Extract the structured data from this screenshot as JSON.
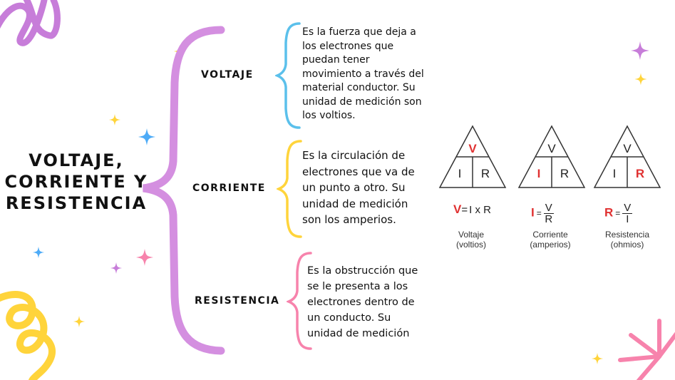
{
  "title": {
    "line1": "VOLTAJE,",
    "line2": "CORRIENTE Y",
    "line3": "RESISTENCIA"
  },
  "branches": [
    {
      "term": "VOLTAJE",
      "description": "Es la fuerza que deja a los electrones que puedan tener movimiento a través del material conductor. Su unidad de medición son los voltios.",
      "brace_color": "#5bc0eb"
    },
    {
      "term": "CORRIENTE",
      "description": "Es la circulación de electrones que va de un punto a otro. Su unidad de medición son los amperios.",
      "brace_color": "#ffd43b"
    },
    {
      "term": "RESISTENCIA",
      "description": "Es la obstrucción que se le presenta a los electrones dentro de un conducto. Su unidad de medición",
      "brace_color": "#f783ac"
    }
  ],
  "main_brace_color": "#d48fe0",
  "ohm_triangles": [
    {
      "top": "V",
      "left": "I",
      "right": "R",
      "highlight": "top",
      "formula": {
        "lhs": "V",
        "eq": "=",
        "rhs": "I x R"
      },
      "caption_name": "Voltaje",
      "caption_unit": "(voltios)"
    },
    {
      "top": "V",
      "left": "I",
      "right": "R",
      "highlight": "left",
      "formula": {
        "lhs": "I",
        "eq": "=",
        "num": "V",
        "den": "R"
      },
      "caption_name": "Corriente",
      "caption_unit": "(amperios)"
    },
    {
      "top": "V",
      "left": "I",
      "right": "R",
      "highlight": "right",
      "formula": {
        "lhs": "R",
        "eq": "=",
        "num": "V",
        "den": "I"
      },
      "caption_name": "Resistencia",
      "caption_unit": "(ohmios)"
    }
  ],
  "colors": {
    "highlight": "#e03131",
    "purple": "#c77dd9",
    "yellow": "#ffd43b",
    "blue": "#4dabf7",
    "pink": "#f783ac"
  }
}
